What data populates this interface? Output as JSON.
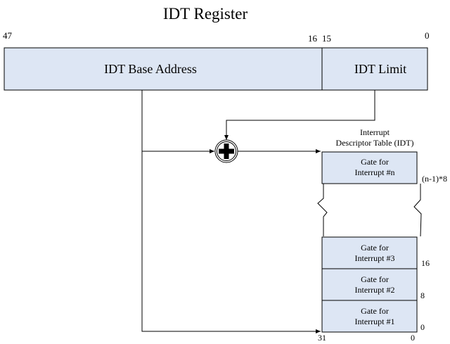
{
  "register": {
    "title": "IDT Register",
    "bit_47": "47",
    "bit_16": "16",
    "bit_15": "15",
    "bit_0": "0",
    "base_label": "IDT Base Address",
    "limit_label": "IDT Limit"
  },
  "table": {
    "caption_line1": "Interrupt",
    "caption_line2": "Descriptor Table (IDT)",
    "gates": [
      {
        "line1": "Gate for",
        "line2": "Interrupt #n",
        "offset": "(n-1)*8"
      },
      {
        "line1": "Gate for",
        "line2": "Interrupt #3",
        "offset": "16"
      },
      {
        "line1": "Gate for",
        "line2": "Interrupt #2",
        "offset": "8"
      },
      {
        "line1": "Gate for",
        "line2": "Interrupt #1",
        "offset": "0"
      }
    ],
    "bit_31": "31",
    "bit_0": "0"
  },
  "colors": {
    "box_fill": "#dde6f4",
    "line": "#000000"
  },
  "icons": {
    "adder": "plus-circle-icon"
  }
}
